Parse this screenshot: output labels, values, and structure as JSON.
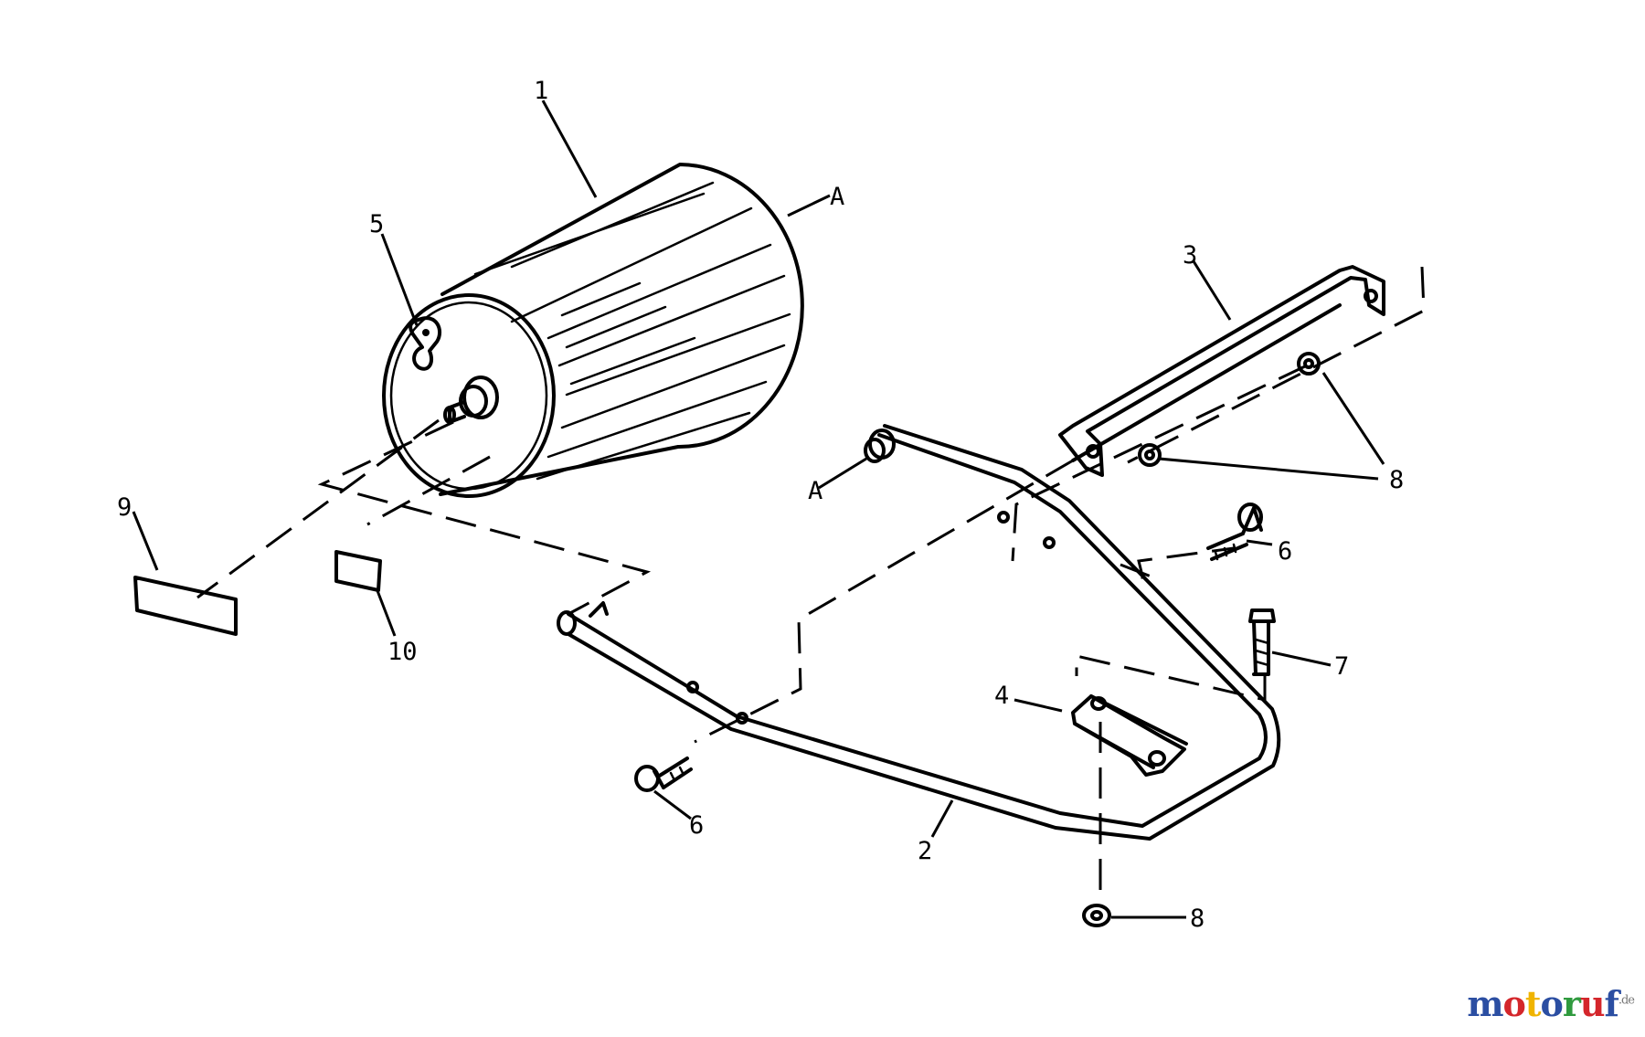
{
  "callouts": {
    "c1": "1",
    "c2": "2",
    "c3": "3",
    "c4": "4",
    "c5": "5",
    "c6a": "6",
    "c6b": "6",
    "c7": "7",
    "c8a": "8",
    "c8b": "8",
    "c9": "9",
    "c10": "10",
    "cA1": "A",
    "cA2": "A"
  },
  "watermark": {
    "letters": [
      "m",
      "o",
      "t",
      "o",
      "r",
      "u",
      "f"
    ],
    "suffix": ".de",
    "colors": [
      "#2b4ea2",
      "#d4262b",
      "#f0b400",
      "#2b4ea2",
      "#2f9a3e",
      "#d4262b",
      "#2b4ea2"
    ]
  }
}
